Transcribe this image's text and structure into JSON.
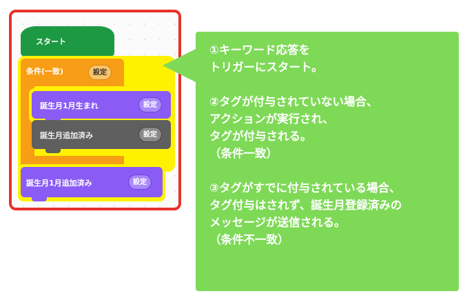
{
  "editor": {
    "start_block": "スタート",
    "condition_block": {
      "label": "条件(一致)",
      "button": "設定"
    },
    "birthday_block": {
      "label": "誕生月1月生まれ",
      "button": "設定"
    },
    "registered_block": {
      "label": "誕生月追加済み",
      "button": "設定"
    },
    "bottom_block": {
      "label": "誕生月1月追加済み",
      "button": "設定"
    }
  },
  "callout": {
    "lines": [
      "①キーワード応答を",
      "トリガーにスタート。",
      "",
      "②タグが付与されていない場合、",
      "アクションが実行され、",
      "タグが付与される。",
      "（条件一致）",
      "",
      "③タグがすでに付与されている場合、",
      "タグ付与はされず、誕生月登録済みの",
      "メッセージが送信される。",
      "（条件不一致）"
    ]
  },
  "colors": {
    "frame": "#e8312b",
    "start": "#1d9944",
    "condition": "#f79d16",
    "action": "#8a5cf5",
    "disabled": "#5f5f5f",
    "highlight": "#fff200",
    "callout": "#7ed957"
  }
}
